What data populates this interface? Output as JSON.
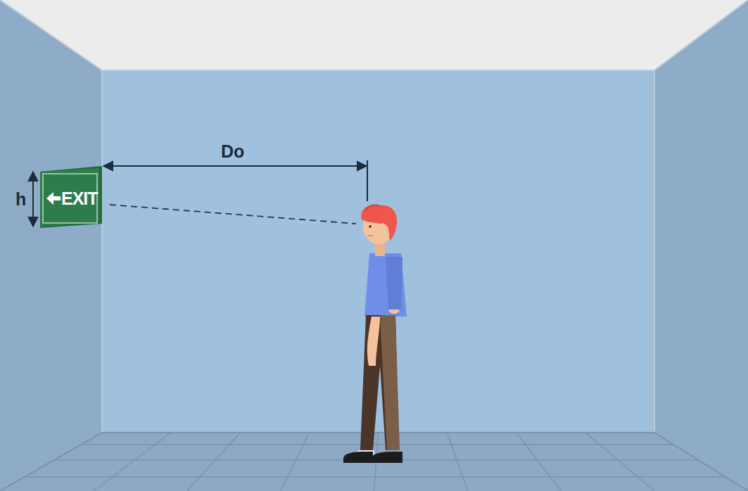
{
  "diagram": {
    "nodes": [
      {
        "text": [
          "EXIT"
        ]
      }
    ],
    "labels": [
      "h",
      "Do"
    ]
  }
}
